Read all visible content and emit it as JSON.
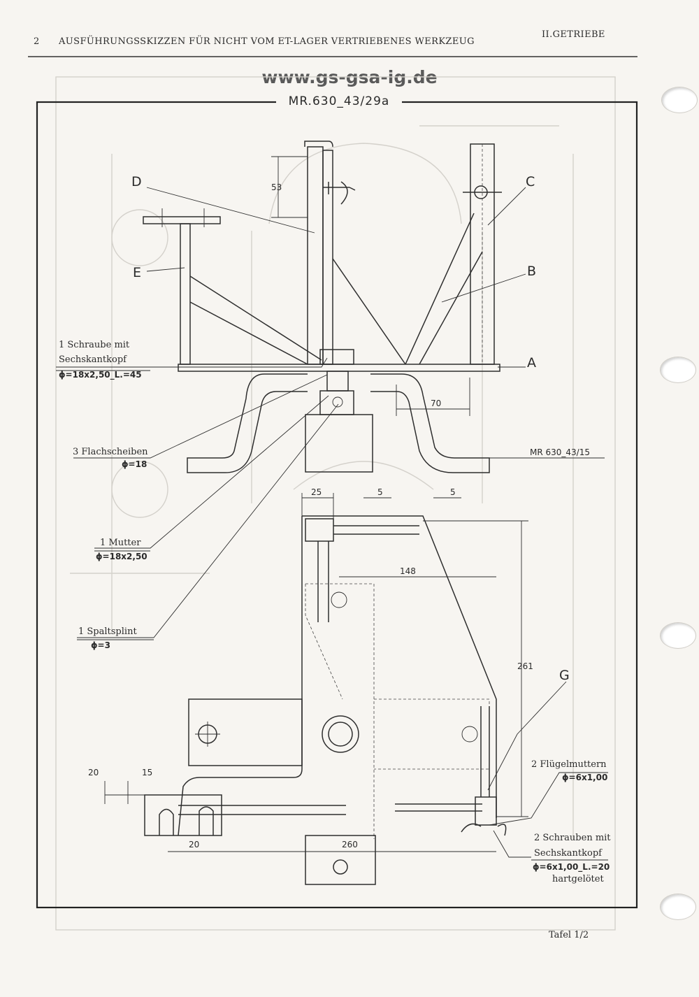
{
  "header": {
    "page_number": "2",
    "title": "AUSFÜHRUNGSSKIZZEN FÜR NICHT VOM ET-LAGER VERTRIEBENES WERKZEUG",
    "section": "II.GETRIEBE"
  },
  "watermark_url": "www.gs-gsa-ig.de",
  "drawing": {
    "number": "MR.630_43/29a",
    "part_letters": [
      "A",
      "B",
      "C",
      "D",
      "E",
      "G"
    ],
    "reference_part": "MR 630_43/15",
    "dimensions": [
      "53",
      "70",
      "25",
      "5",
      "5",
      "148",
      "261",
      "20",
      "15",
      "20",
      "260"
    ]
  },
  "callouts": {
    "schraube_title_1": "1 Schraube mit",
    "schraube_title_2": "Sechskantkopf",
    "schraube_spec": "ϕ=18x2,50_L.=45",
    "flachscheiben_title": "3 Flachscheiben",
    "flachscheiben_spec": "ϕ=18",
    "mutter_title": "1 Mutter",
    "mutter_spec": "ϕ=18x2,50",
    "spaltsplint_title": "1 Spaltsplint",
    "spaltsplint_spec": "ϕ=3",
    "fluegel_title": "2 Flügelmuttern",
    "fluegel_spec": "ϕ=6x1,00",
    "schrauben2_title_1": "2 Schrauben mit",
    "schrauben2_title_2": "Sechskantkopf",
    "schrauben2_spec": "ϕ=6x1,00_L.=20",
    "schrauben2_note": "hartgelötet"
  },
  "footer": {
    "sheet": "Tafel 1/2"
  }
}
